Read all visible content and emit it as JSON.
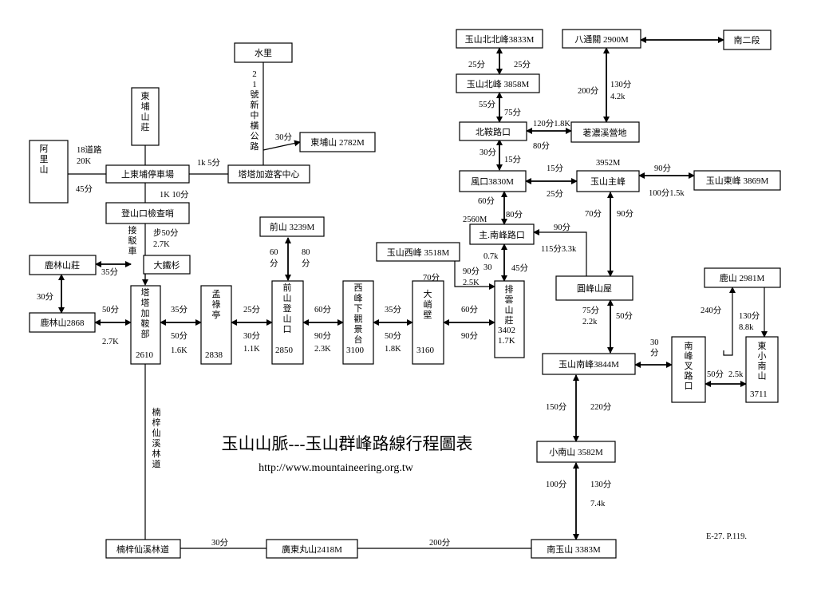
{
  "title": "玉山山脈---玉山群峰路線行程圖表",
  "url": "http://www.mountaineering.org.tw",
  "page_ref": "E-27. P.119.",
  "nodes": {
    "shuili": "水里",
    "dongpu_lodge": "東埔山莊",
    "alishan": "阿里山",
    "shangdongpu": "上東埔停車場",
    "tataka_center": "塔塔加遊客中心",
    "dongpushan": "東埔山 2782M",
    "checkpoint": "登山口檢查哨",
    "lulin_lodge": "鹿林山莊",
    "datieshan": "大鐵杉",
    "lulinshan": "鹿林山2868",
    "tataka_saddle": "塔塔加鞍部",
    "tataka_elev": "2610",
    "menglu": "孟祿亭",
    "menglu_elev": "2838",
    "qianshan": "前山 3239M",
    "qianshan_trail": "前山登山口",
    "qianshan_trail_elev": "2850",
    "xifeng_view": "西峰下觀景台",
    "xifeng_view_elev": "3100",
    "xishan_peak": "玉山西峰 3518M",
    "daqiao": "大峭壁",
    "daqiao_elev": "3160",
    "paiyun": "排雲山莊",
    "paiyun_elev1": "3402",
    "paiyun_elev2": "1.7K",
    "north_north": "玉山北北峰3833M",
    "north_peak": "玉山北峰 3858M",
    "north_saddle": "北鞍路口",
    "fengkou": "風口3830M",
    "main_fork": "主.南峰路口",
    "bajingguan": "八通關 2900M",
    "nanerduan": "南二段",
    "laonong": "荖濃溪營地",
    "main_peak": "玉山主峰",
    "main_peak_elev": "3952M",
    "east_peak": "玉山東峰 3869M",
    "yuanfeng": "圓峰山屋",
    "lushan": "鹿山 2981M",
    "south_peak": "玉山南峰3844M",
    "nanfeng_fork": "南峰叉路口",
    "east_small_south": "東小南山",
    "east_small_south_elev": "3711",
    "small_south": "小南山 3582M",
    "south_yushan": "南玉山 3383M",
    "guangdong": "廣東丸山2418M",
    "nanzixian_road_box": "楠梓仙溪林道",
    "highway21": "21號新中橫公路",
    "nanzixian_road_v": "楠梓仙溪林道",
    "shuttle": "接駁車"
  },
  "labels": {
    "a1": "18道路",
    "a2": "20K",
    "a3": "45分",
    "b1": "1k 5分",
    "c1": "30分",
    "d1": "1K 10分",
    "e1": "步50分",
    "e2": "2.7K",
    "f1": "35分",
    "g1": "30分",
    "h1": "50分",
    "h2": "2.7K",
    "i1": "35分",
    "i2": "50分",
    "i3": "1.6K",
    "j1": "25分",
    "j2": "30分",
    "j3": "1.1K",
    "k1": "60",
    "k2": "分",
    "k3": "80",
    "k4": "分",
    "l1": "60分",
    "l2": "90分",
    "l3": "2.3K",
    "m1": "35分",
    "m2": "50分",
    "m3": "1.8K",
    "n1": "70分",
    "n2": "90分",
    "n3": "2.5K",
    "o1": "60分",
    "o2": "90分",
    "p1": "0.7k",
    "p2": "30",
    "p3": "45分",
    "q1": "2560M",
    "q2": "60分",
    "q3": "80分",
    "r1": "30分",
    "r2": "15分",
    "s1": "55分",
    "s2": "75分",
    "t1": "25分",
    "t2": "25分",
    "u1": "120分1.8K",
    "u2": "80分",
    "v1": "200分",
    "v2": "130分",
    "v3": "4.2k",
    "w1": "15分",
    "w2": "25分",
    "x1": "90分",
    "x2": "100分1.5k",
    "y1": "90分",
    "y2": "115分3.3k",
    "z1": "70分",
    "z2": "90分",
    "aa1": "75分",
    "aa2": "2.2k",
    "aa3": "50分",
    "ab1": "30",
    "ab2": "分",
    "ac1": "240分",
    "ac2": "130分",
    "ac3": "8.8k",
    "ad1": "50分",
    "ad2": "2.5k",
    "ae1": "150分",
    "ae2": "220分",
    "af1": "100分",
    "af2": "130分",
    "af3": "7.4k",
    "ag1": "30分",
    "ag2": "200分"
  }
}
